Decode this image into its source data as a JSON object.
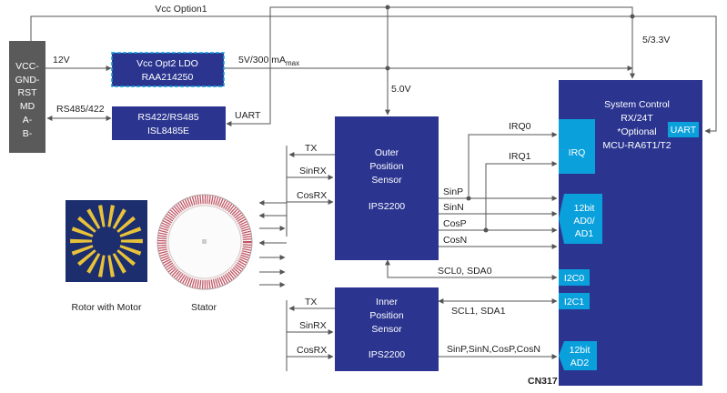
{
  "colors": {
    "block": "#2b3590",
    "connector": "#5a5a5a",
    "accent": "#0aa0dc",
    "wire": "#555555"
  },
  "connector": {
    "pins": [
      "VCC-",
      "GND-",
      "RST",
      "MD",
      "A-",
      "B-"
    ]
  },
  "ldo": {
    "line1": "Vcc Opt2 LDO",
    "line2": "RAA214250"
  },
  "rs485": {
    "line1": "RS422/RS485",
    "line2": "ISL8485E"
  },
  "outer_sensor": {
    "line1": "Outer",
    "line2": "Position",
    "line3": "Sensor",
    "part": "IPS2200"
  },
  "inner_sensor": {
    "line1": "Inner",
    "line2": "Position",
    "line3": "Sensor",
    "part": "IPS2200"
  },
  "mcu": {
    "line1": "System Control",
    "line2": "RX/24T",
    "line3": "*Optional",
    "line4": "MCU-RA6T1/T2",
    "uart": "UART",
    "irq": "IRQ",
    "ad0": {
      "l1": "12bit",
      "l2": "AD0/",
      "l3": "AD1"
    },
    "i2c0": "I2C0",
    "i2c1": "I2C1",
    "ad2": {
      "l1": "12bit",
      "l2": "AD2"
    }
  },
  "labels": {
    "vcc_option1": "Vcc Option1",
    "v12": "12V",
    "v5_300ma": "5V/300 mA",
    "v5_300ma_sub": "max",
    "v5_3v3": "5/3.3V",
    "v5_0": "5.0V",
    "rs485_422": "RS485/422",
    "uart": "UART",
    "irq0": "IRQ0",
    "irq1": "IRQ1",
    "tx_outer": "TX",
    "sinrx_outer": "SinRX",
    "cosrx_outer": "CosRX",
    "sinp": "SinP",
    "sinn": "SinN",
    "cosp": "CosP",
    "cosn": "CosN",
    "scl0": "SCL0, SDA0",
    "scl1": "SCL1, SDA1",
    "tx_inner": "TX",
    "sinrx_inner": "SinRX",
    "cosrx_inner": "CosRX",
    "inner_bus": "SinP,SinN,CosP,CosN",
    "rotor": "Rotor with Motor",
    "stator": "Stator",
    "ref_id": "CN317"
  }
}
